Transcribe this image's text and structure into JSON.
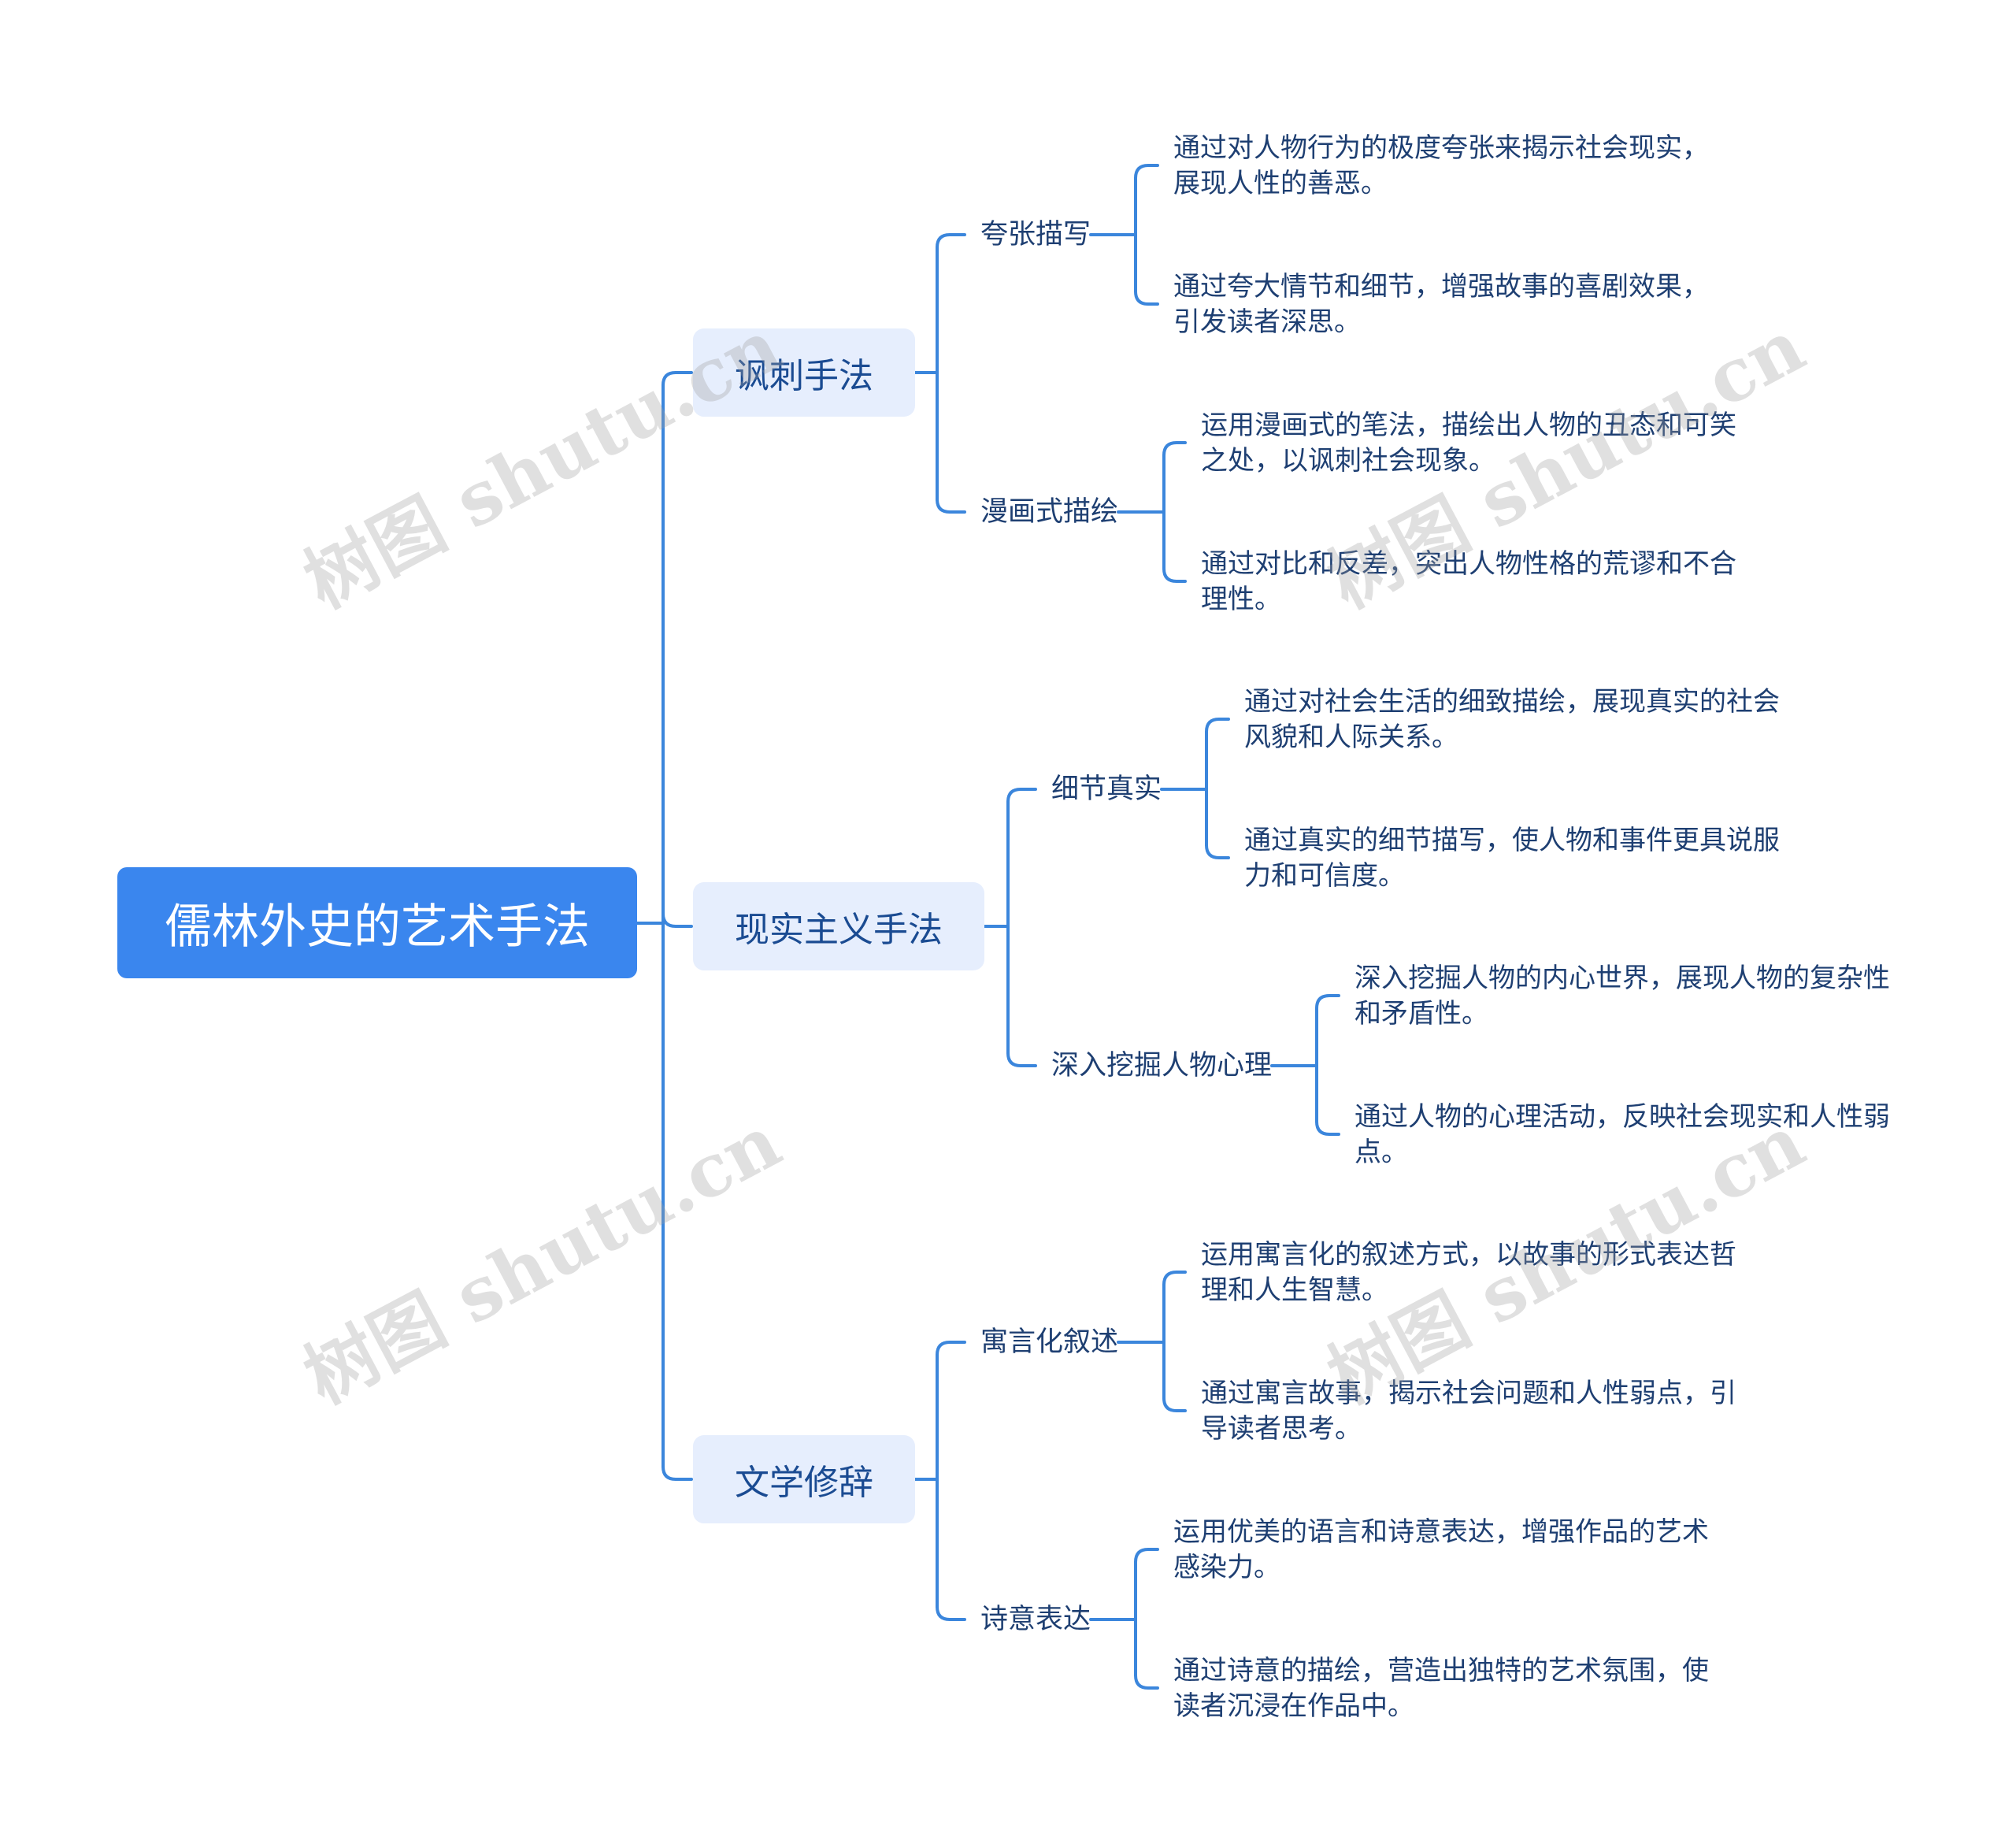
{
  "root": {
    "label": "儒林外史的艺术手法"
  },
  "branches": [
    {
      "label": "讽刺手法",
      "subs": [
        {
          "label": "夸张描写",
          "leaves": [
            "通过对人物行为的极度夸张来揭示社会现实，\n展现人性的善恶。",
            "通过夸大情节和细节，增强故事的喜剧效果，\n引发读者深思。"
          ]
        },
        {
          "label": "漫画式描绘",
          "leaves": [
            "运用漫画式的笔法，描绘出人物的丑态和可笑\n之处，以讽刺社会现象。",
            "通过对比和反差，突出人物性格的荒谬和不合\n理性。"
          ]
        }
      ]
    },
    {
      "label": "现实主义手法",
      "subs": [
        {
          "label": "细节真实",
          "leaves": [
            "通过对社会生活的细致描绘，展现真实的社会\n风貌和人际关系。",
            "通过真实的细节描写，使人物和事件更具说服\n力和可信度。"
          ]
        },
        {
          "label": "深入挖掘人物心理",
          "leaves": [
            "深入挖掘人物的内心世界，展现人物的复杂性\n和矛盾性。",
            "通过人物的心理活动，反映社会现实和人性弱\n点。"
          ]
        }
      ]
    },
    {
      "label": "文学修辞",
      "subs": [
        {
          "label": "寓言化叙述",
          "leaves": [
            "运用寓言化的叙述方式，以故事的形式表达哲\n理和人生智慧。",
            "通过寓言故事，揭示社会问题和人性弱点，引\n导读者思考。"
          ]
        },
        {
          "label": "诗意表达",
          "leaves": [
            "运用优美的语言和诗意表达，增强作品的艺术\n感染力。",
            "通过诗意的描绘，营造出独特的艺术氛围，使\n读者沉浸在作品中。"
          ]
        }
      ]
    }
  ],
  "watermark": "树图 shutu.cn",
  "colors": {
    "root_bg": "#3a86ee",
    "branch_bg": "#e6eefd",
    "line": "#3b86dc",
    "text": "#1e3f72"
  }
}
